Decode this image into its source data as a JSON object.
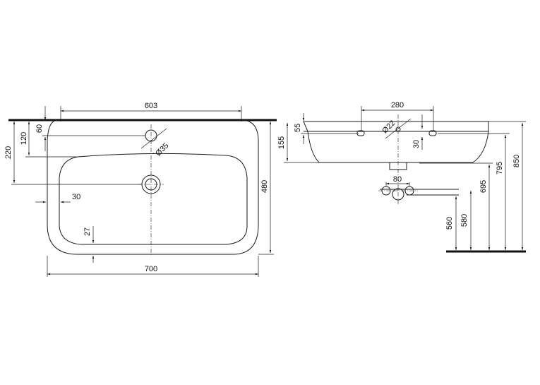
{
  "top_view": {
    "dims": {
      "width_inner": "603",
      "width_total": "700",
      "depth_total": "480",
      "tap_offset": "60",
      "tap_to_drain": "120",
      "drain_depth": "220",
      "wall_side": "30",
      "wall_front": "27",
      "tap_hole": "Ø35"
    }
  },
  "side_view": {
    "dims": {
      "fixing_spacing": "280",
      "fixing_hole": "Ø22",
      "fixing_offset": "30",
      "bowl_height": "155",
      "rim_drop": "55",
      "trap_spacing": "80",
      "height_560": "560",
      "height_580": "580",
      "height_695": "695",
      "height_795": "795",
      "height_850": "850"
    }
  }
}
